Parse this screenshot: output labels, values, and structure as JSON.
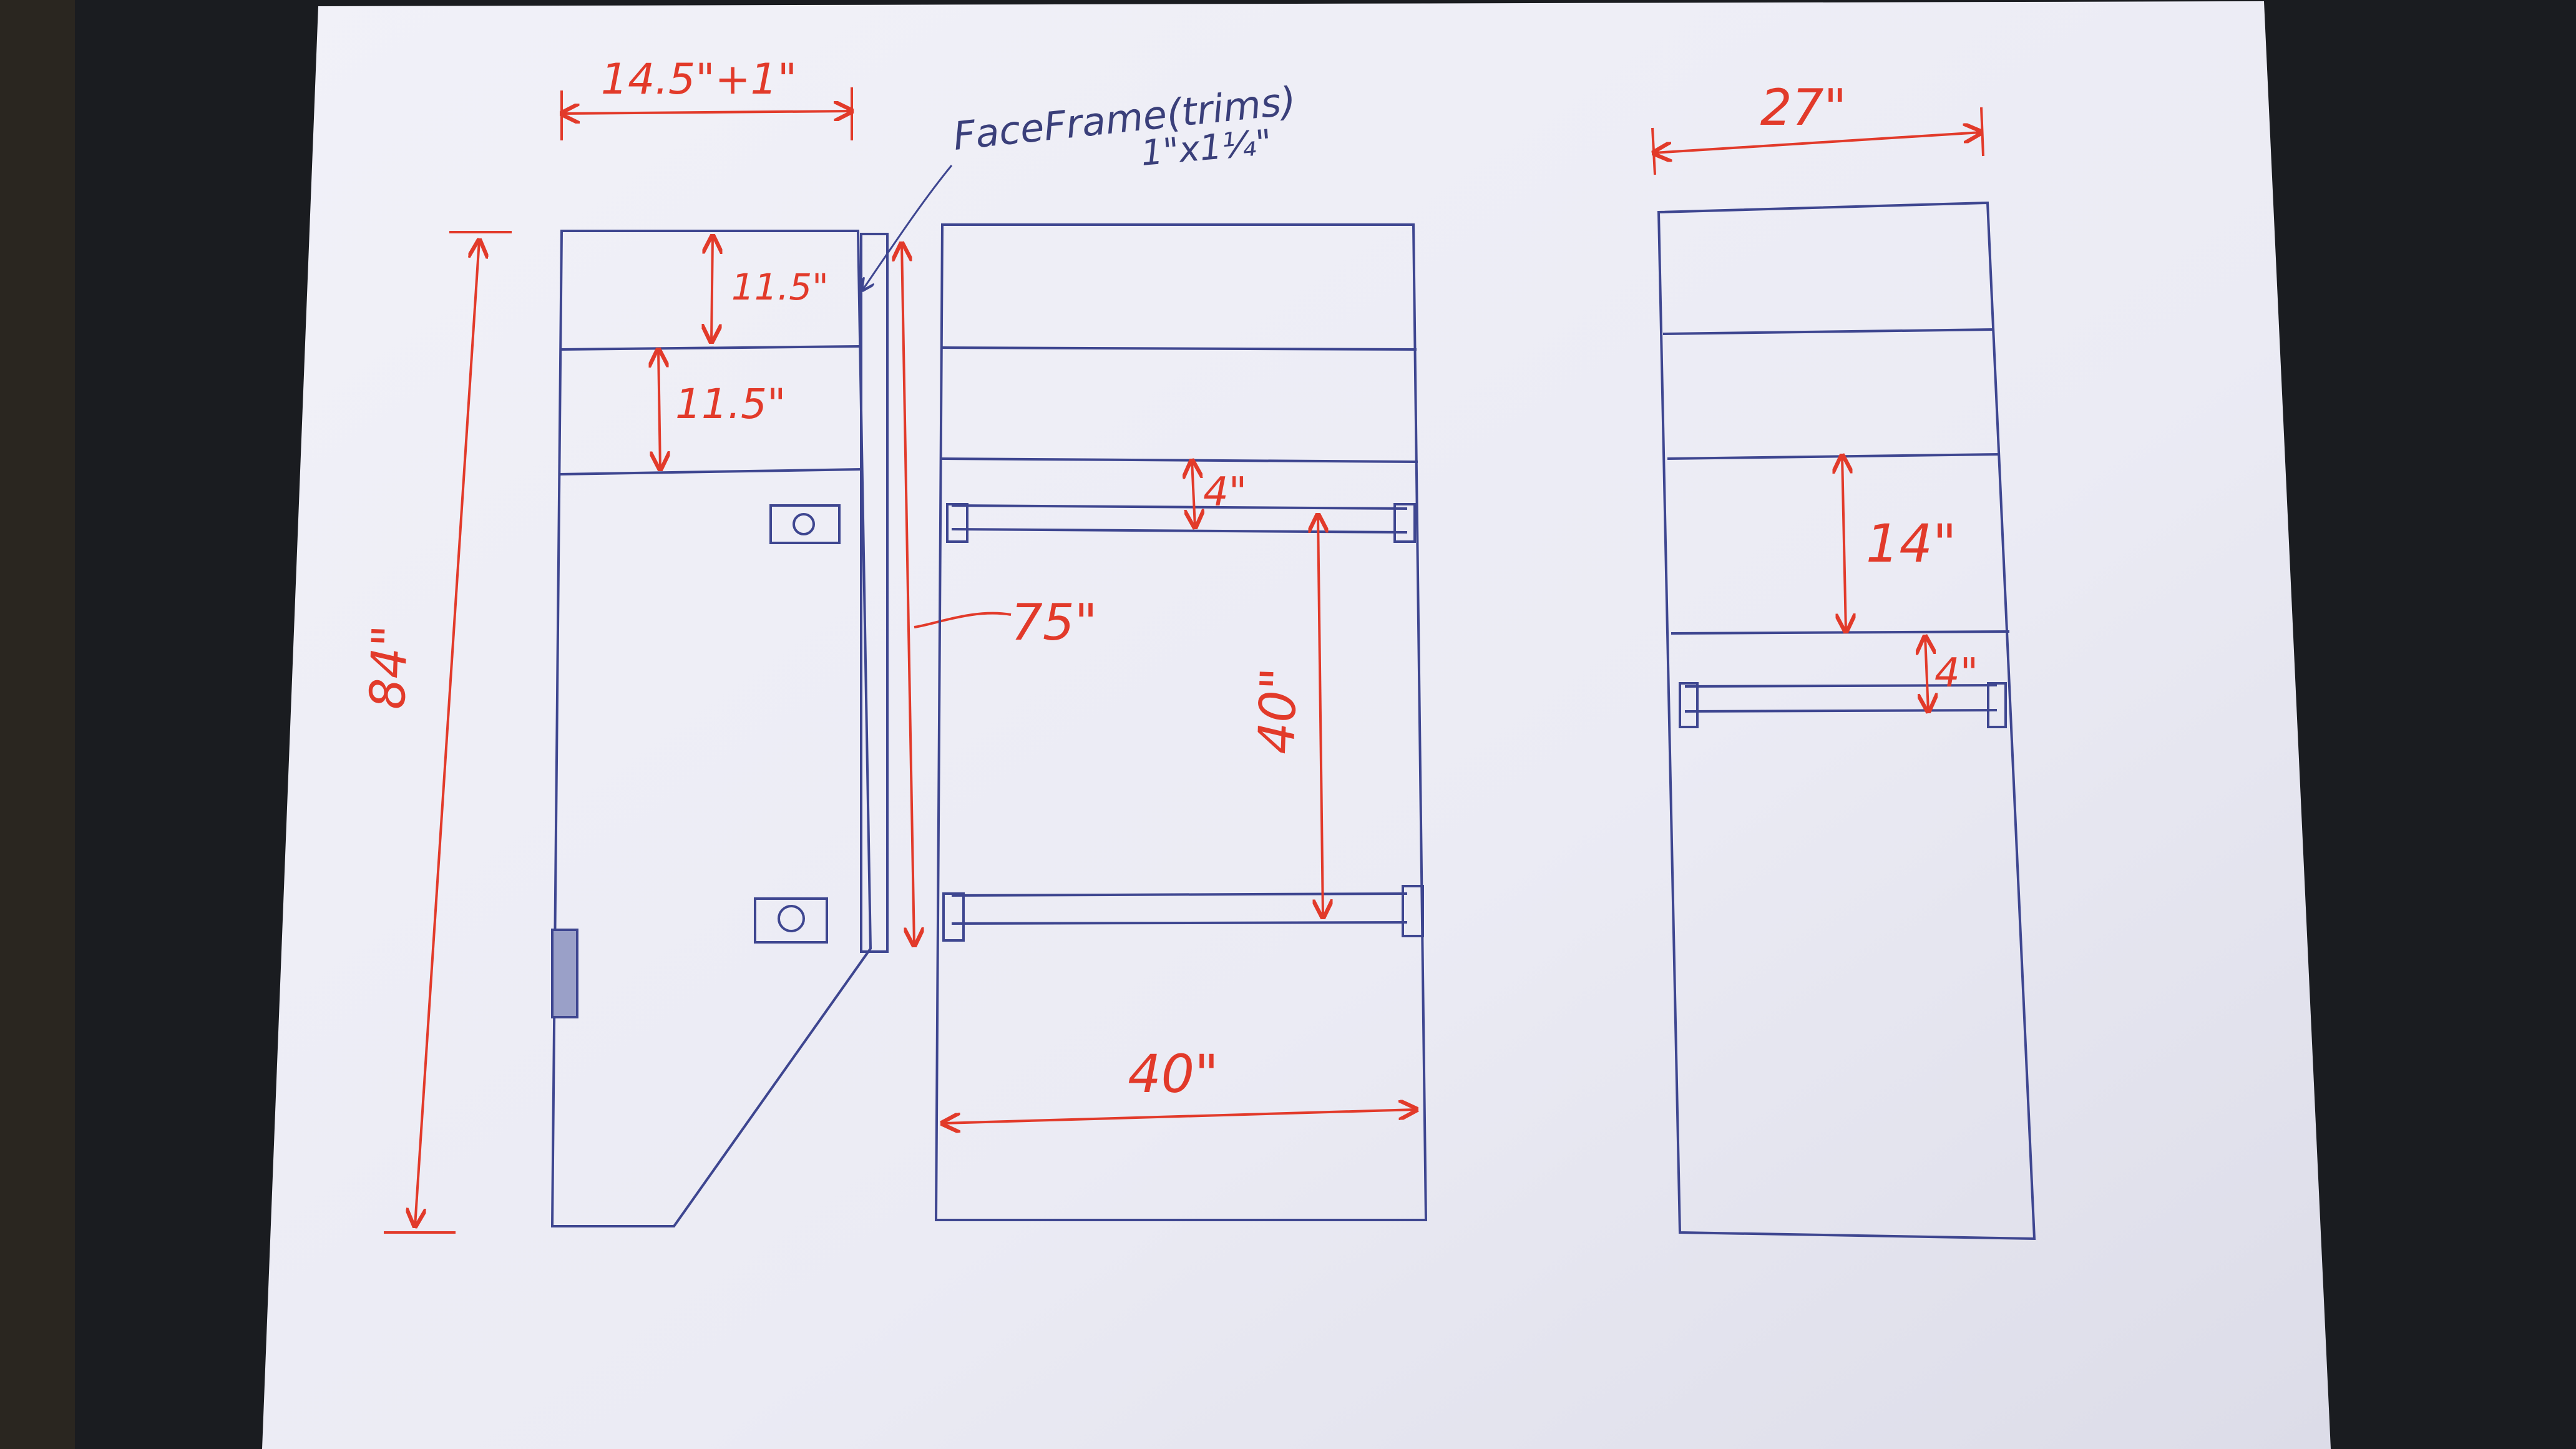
{
  "colors": {
    "backdrop": "#1a1c20",
    "paper": "#eeeef6",
    "pencil_blue": "#3e4690",
    "marker_red": "#e23a2a"
  },
  "side_view": {
    "depth_label": "14.5\"+1\"",
    "height_label": "84\"",
    "shelf_gap_top": "11.5\"",
    "shelf_gap_second": "11.5\""
  },
  "face_frame": {
    "note_line1": "FaceFrame(trims)",
    "note_line2": "1\"x1¼\"",
    "height_label": "75\""
  },
  "front_view": {
    "rail_gap_label": "4\"",
    "opening_height_label": "40\"",
    "width_label": "40\""
  },
  "right_view": {
    "width_label": "27\"",
    "gap_label": "14\"",
    "rail_gap_label": "4\""
  }
}
